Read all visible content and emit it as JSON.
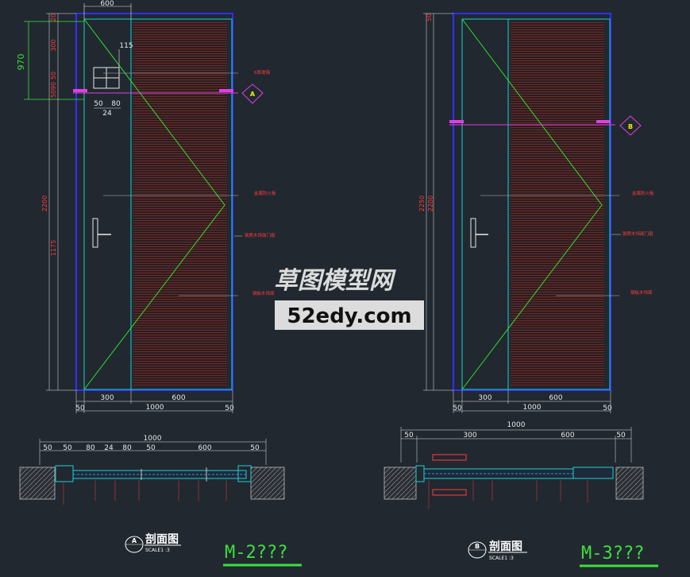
{
  "drawing": {
    "door_left": {
      "dims_top": {
        "width": "600",
        "glass": "115"
      },
      "dims_left": {
        "vision": "970",
        "d300": "300",
        "d50a": "50",
        "d90": "90",
        "d50b": "50",
        "d20": "20",
        "total": "2200",
        "lower": "1175"
      },
      "dims_bottom": {
        "a": "300",
        "b": "600",
        "total": "1000",
        "l": "50",
        "r": "50"
      },
      "dims_small": {
        "s50": "50",
        "s80": "80",
        "s24": "24"
      },
      "callouts": {
        "top": "6厚玻璃",
        "panel": "金属防火板",
        "door": "钢质木饰面门扇",
        "veneer": "钢板木饰面"
      },
      "section_marker": "A"
    },
    "door_right": {
      "dims_left": {
        "total": "2200",
        "d50": "50",
        "d2250": "2250"
      },
      "dims_bottom": {
        "a": "300",
        "b": "600",
        "total": "1000",
        "l": "50",
        "r": "50"
      },
      "callouts": {
        "panel": "金属防火板",
        "door": "钢质木饰面门扇",
        "veneer": "钢板木饰面"
      },
      "section_marker": "B"
    },
    "section_left": {
      "dims": [
        "50",
        "50",
        "80",
        "24",
        "80",
        "50",
        "600",
        "50"
      ],
      "total": "1000",
      "marker": "A",
      "title": "剖面图",
      "scale": "SCALE1 :3",
      "door_name": "M-2???"
    },
    "section_right": {
      "dims": [
        "50",
        "300",
        "600",
        "50"
      ],
      "total": "1000",
      "marker": "B",
      "title": "剖面图",
      "scale": "SCALE1 :3",
      "door_name": "M-3???"
    },
    "watermark": {
      "line1": "草图模型网",
      "line2": "52edy.com"
    }
  }
}
